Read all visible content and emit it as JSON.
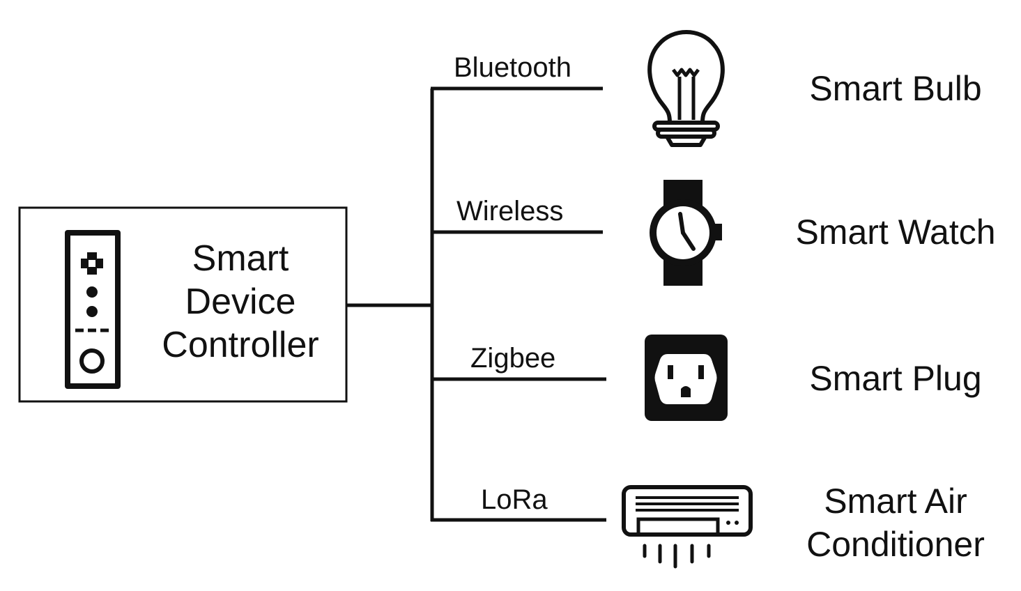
{
  "controller": {
    "label_lines": [
      "Smart",
      "Device",
      "Controller"
    ]
  },
  "links": [
    {
      "protocol": "Bluetooth",
      "device": [
        "Smart Bulb"
      ],
      "icon": "light-bulb-icon"
    },
    {
      "protocol": "Wireless",
      "device": [
        "Smart Watch"
      ],
      "icon": "watch-icon"
    },
    {
      "protocol": "Zigbee",
      "device": [
        "Smart Plug"
      ],
      "icon": "power-outlet-icon"
    },
    {
      "protocol": "LoRa",
      "device": [
        "Smart Air",
        "Conditioner"
      ],
      "icon": "air-conditioner-icon"
    }
  ]
}
